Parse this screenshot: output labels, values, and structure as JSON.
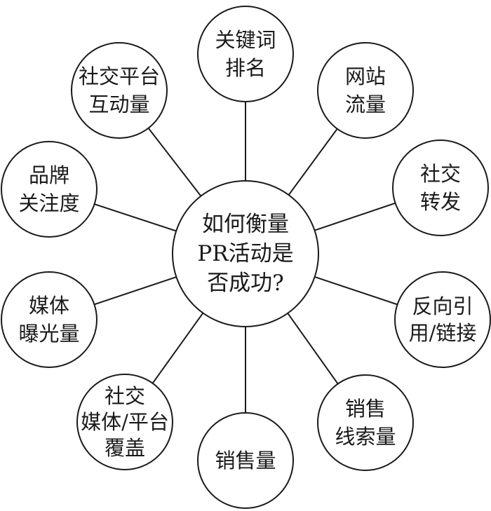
{
  "center": {
    "lines": [
      "如何衡量",
      "PR活动是",
      "否成功?"
    ]
  },
  "nodes": [
    {
      "id": "keyword-ranking",
      "lines": [
        "关键词",
        "排名"
      ]
    },
    {
      "id": "website-traffic",
      "lines": [
        "网站",
        "流量"
      ]
    },
    {
      "id": "social-shares",
      "lines": [
        "社交",
        "转发"
      ]
    },
    {
      "id": "backlinks",
      "lines": [
        "反向引",
        "用/链接"
      ]
    },
    {
      "id": "sales-leads",
      "lines": [
        "销售",
        "线索量"
      ]
    },
    {
      "id": "sales-volume",
      "lines": [
        "销售量"
      ]
    },
    {
      "id": "social-platform-coverage",
      "lines": [
        "社交",
        "媒体/平台",
        "覆盖"
      ]
    },
    {
      "id": "media-exposure",
      "lines": [
        "媒体",
        "曝光量"
      ]
    },
    {
      "id": "brand-attention",
      "lines": [
        "品牌",
        "关注度"
      ]
    },
    {
      "id": "social-interaction",
      "lines": [
        "社交平台",
        "互动量"
      ]
    }
  ]
}
